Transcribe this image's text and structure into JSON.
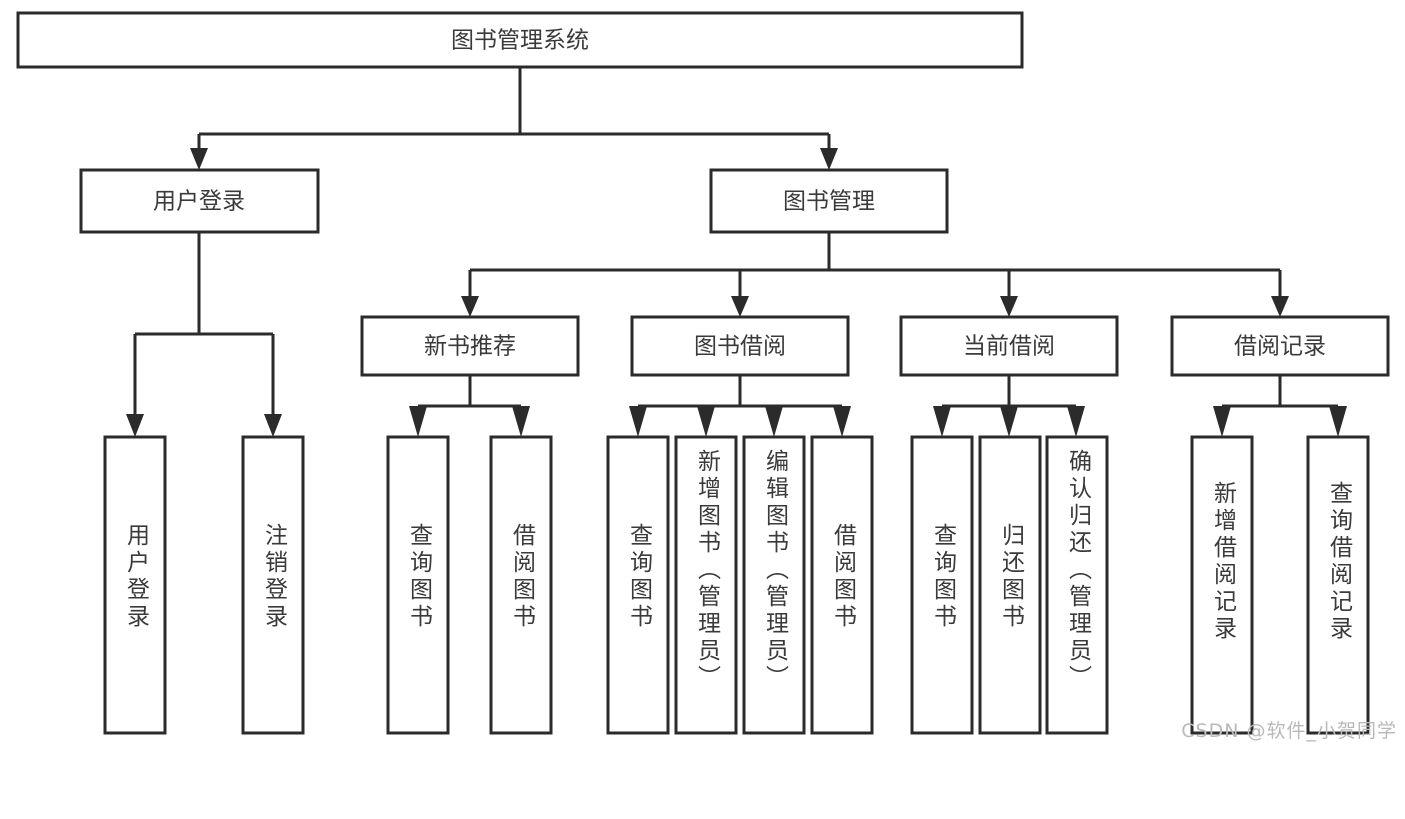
{
  "diagram": {
    "type": "tree",
    "title": "图书管理系统",
    "watermark": "CSDN @软件_小贺同学",
    "colors": {
      "background": "#ffffff",
      "box_fill": "#ffffff",
      "box_stroke": "#2b2b2b",
      "text": "#3a3a3a",
      "watermark": "#b9b9b9"
    },
    "nodes": {
      "root": {
        "label": "图书管理系统",
        "orientation": "horizontal"
      },
      "level2": [
        {
          "id": "user-login",
          "label": "用户登录",
          "orientation": "horizontal"
        },
        {
          "id": "book-management",
          "label": "图书管理",
          "orientation": "horizontal"
        }
      ],
      "level3": [
        {
          "id": "new-book-recommend",
          "label": "新书推荐",
          "orientation": "horizontal"
        },
        {
          "id": "book-borrow",
          "label": "图书借阅",
          "orientation": "horizontal"
        },
        {
          "id": "current-borrow",
          "label": "当前借阅",
          "orientation": "horizontal"
        },
        {
          "id": "borrow-record",
          "label": "借阅记录",
          "orientation": "horizontal"
        }
      ],
      "leaves": [
        {
          "id": "leaf-user-login",
          "label": "用户登录",
          "parent": "user-login",
          "orientation": "vertical"
        },
        {
          "id": "leaf-logout-login",
          "label": "注销登录",
          "parent": "user-login",
          "orientation": "vertical"
        },
        {
          "id": "leaf-query-book-1",
          "label": "查询图书",
          "parent": "new-book-recommend",
          "orientation": "vertical"
        },
        {
          "id": "leaf-borrow-book-1",
          "label": "借阅图书",
          "parent": "new-book-recommend",
          "orientation": "vertical"
        },
        {
          "id": "leaf-query-book-2",
          "label": "查询图书",
          "parent": "book-borrow",
          "orientation": "vertical"
        },
        {
          "id": "leaf-add-book",
          "label": "新增图书（管理员）",
          "parent": "book-borrow",
          "orientation": "vertical"
        },
        {
          "id": "leaf-edit-book",
          "label": "编辑图书（管理员）",
          "parent": "book-borrow",
          "orientation": "vertical"
        },
        {
          "id": "leaf-borrow-book-2",
          "label": "借阅图书",
          "parent": "book-borrow",
          "orientation": "vertical"
        },
        {
          "id": "leaf-query-book-3",
          "label": "查询图书",
          "parent": "current-borrow",
          "orientation": "vertical"
        },
        {
          "id": "leaf-return-book",
          "label": "归还图书",
          "parent": "current-borrow",
          "orientation": "vertical"
        },
        {
          "id": "leaf-confirm-return",
          "label": "确认归还（管理员）",
          "parent": "current-borrow",
          "orientation": "vertical"
        },
        {
          "id": "leaf-add-record",
          "label": "新增借阅记录",
          "parent": "borrow-record",
          "orientation": "vertical"
        },
        {
          "id": "leaf-query-record",
          "label": "查询借阅记录",
          "parent": "borrow-record",
          "orientation": "vertical"
        }
      ]
    }
  }
}
